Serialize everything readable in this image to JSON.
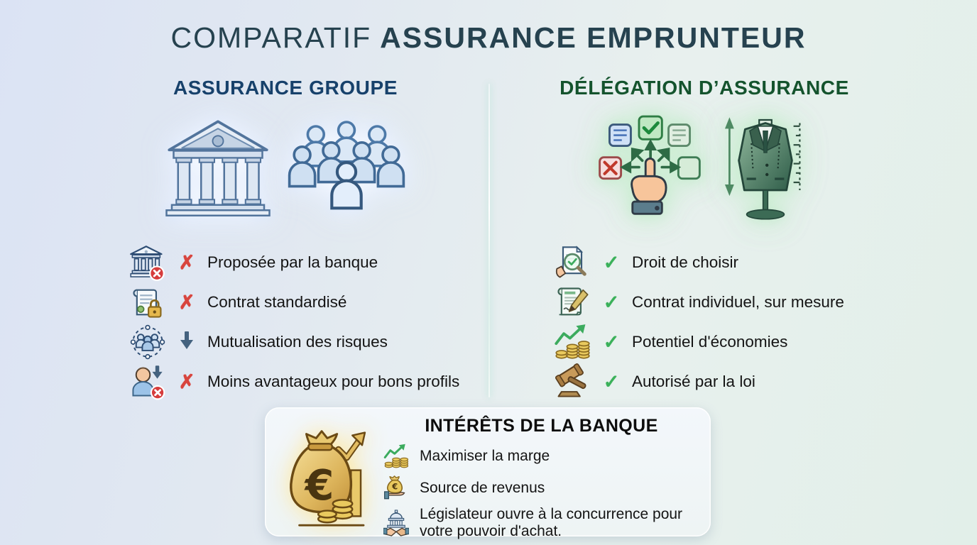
{
  "title": {
    "part_light": "COMPARATIF",
    "part_bold": "ASSURANCE EMPRUNTEUR"
  },
  "marks": {
    "cross": "✗",
    "check": "✓"
  },
  "colors": {
    "title": "#26424f",
    "left_header": "#17416b",
    "right_header": "#14532d",
    "cross_red": "#d8453e",
    "check_green": "#3bb15a",
    "arrow_blue": "#44627f",
    "background_left": "#dbe3f4",
    "background_right": "#e2efe9"
  },
  "left_column": {
    "header": "ASSURANCE GROUPE",
    "hero_icons": [
      "bank-building-icon",
      "crowd-icon"
    ],
    "items": [
      {
        "icon": "bank-crossed-icon",
        "mark": "cross",
        "label": "Proposée par la banque"
      },
      {
        "icon": "locked-contract-icon",
        "mark": "cross",
        "label": "Contrat standardisé"
      },
      {
        "icon": "people-network-icon",
        "mark": "down-arrow",
        "label": "Mutualisation des risques"
      },
      {
        "icon": "person-downgrade-icon",
        "mark": "cross",
        "label": "Moins avantageux pour bons profils"
      }
    ]
  },
  "right_column": {
    "header": "DÉLÉGATION D’ASSURANCE",
    "hero_icons": [
      "choice-click-icon",
      "tailored-suit-icon"
    ],
    "items": [
      {
        "icon": "document-magnifier-icon",
        "mark": "check",
        "label": "Droit de choisir"
      },
      {
        "icon": "contract-pen-icon",
        "mark": "check",
        "label": "Contrat individuel, sur mesure"
      },
      {
        "icon": "coins-growth-icon",
        "mark": "check",
        "label": "Potentiel d'économies"
      },
      {
        "icon": "gavel-icon",
        "mark": "check",
        "label": "Autorisé par la loi"
      }
    ]
  },
  "bottom_box": {
    "title": "INTÉRÊTS DE LA BANQUE",
    "hero_icon": "money-bag-growth-icon",
    "items": [
      {
        "icon": "coins-growth-icon",
        "label": "Maximiser la marge"
      },
      {
        "icon": "hand-money-icon",
        "label": "Source de revenus"
      },
      {
        "icon": "government-handshake-icon",
        "label": "Législateur ouvre à la concurrence pour votre pouvoir d'achat."
      }
    ]
  }
}
